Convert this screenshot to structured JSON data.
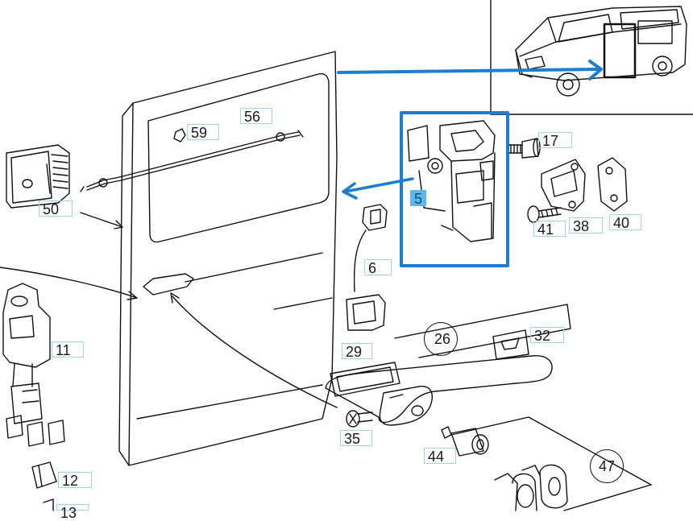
{
  "diagram": {
    "accent_color": "#1a7fd0",
    "selection_color": "#5ab8ea",
    "callouts": {
      "c5": "5",
      "c6": "6",
      "c11": "11",
      "c12": "12",
      "c13": "13",
      "c17": "17",
      "c26": "26",
      "c29": "29",
      "c32": "32",
      "c35": "35",
      "c38": "38",
      "c40": "40",
      "c41": "41",
      "c44": "44",
      "c47": "47",
      "c50": "50",
      "c56": "56",
      "c59": "59"
    },
    "selected_part": "5",
    "parts": {
      "door": "sliding-door-panel",
      "lock": "door-lock-mechanism",
      "van": "van-overview-inset"
    }
  }
}
